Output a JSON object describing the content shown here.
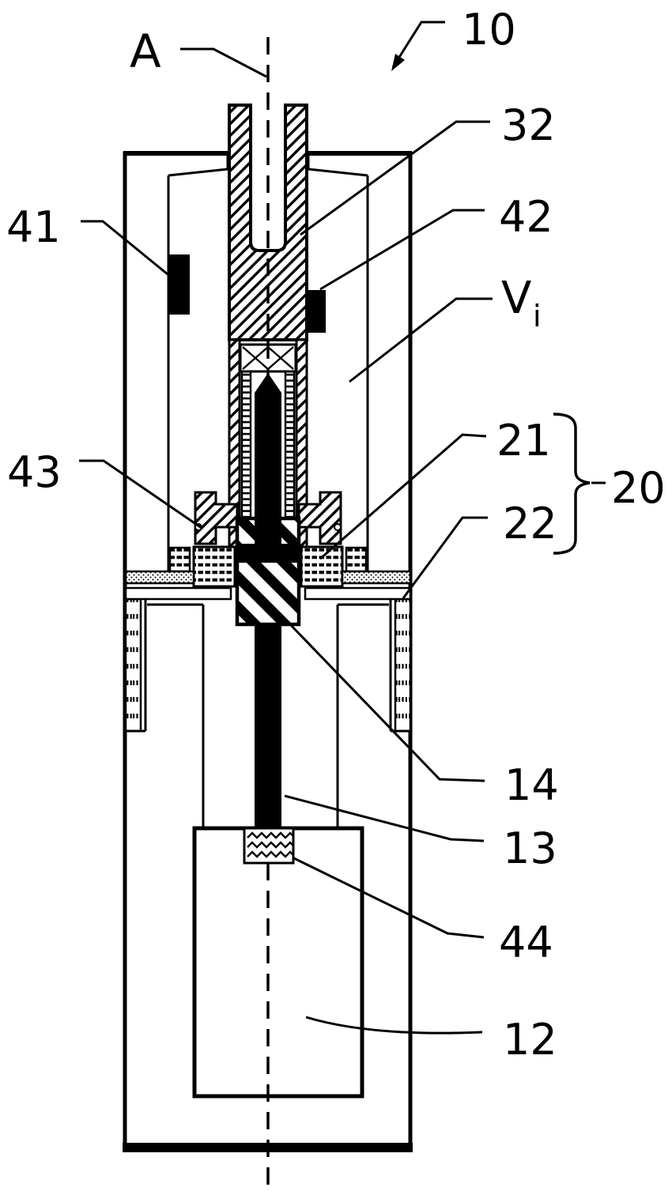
{
  "figure": {
    "title": "Patent-style cross-section drawing",
    "background_color": "#ffffff",
    "line_color": "#000000",
    "labels": {
      "axis": "A",
      "device": "10",
      "electrode": "32",
      "sensor_left": "41",
      "sensor_right": "42",
      "volume_v": "V",
      "volume_sub": "i",
      "flange": "43",
      "stack": "21",
      "group": "20",
      "membrane": "22",
      "coupler": "14",
      "rod": "13",
      "damper": "44",
      "mass_block": "12"
    }
  }
}
